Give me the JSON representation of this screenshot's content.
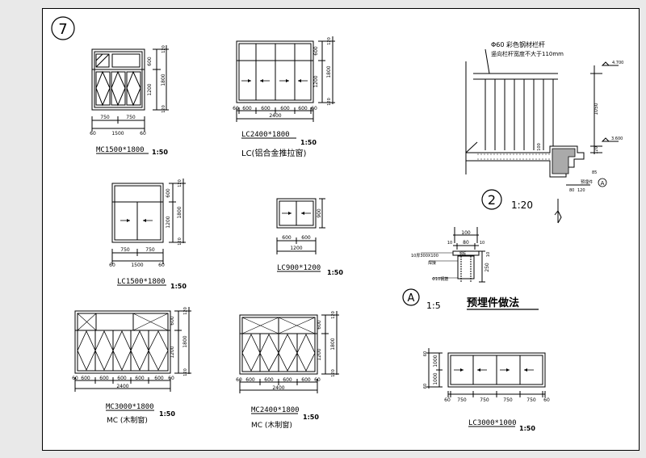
{
  "sheet_number": "7",
  "colors": {
    "line": "#000000",
    "paper": "#ffffff",
    "background": "#e9e9e9"
  },
  "windows": {
    "mc1500": {
      "dims_top": [
        "750",
        "750"
      ],
      "dims_bottom": [
        "60",
        "1500",
        "60"
      ],
      "dims_right_inner": [
        "600",
        "1200"
      ],
      "dims_right_outer": "1800",
      "dims_right_ticks": [
        "120",
        "120"
      ],
      "code": "MC1500*1800",
      "scale": "1:50"
    },
    "lc2400": {
      "dims_bottom_row": [
        "60",
        "600",
        "600",
        "600",
        "600",
        "60"
      ],
      "dims_total": "2400",
      "dims_right_inner": [
        "600",
        "1200"
      ],
      "dims_right_outer": "1800",
      "dims_right_ticks": [
        "120",
        "120"
      ],
      "code": "LC2400*1800",
      "scale": "1:50",
      "subtitle": "LC(铝合金推拉窗)"
    },
    "lc1500": {
      "dims_top": [
        "750",
        "750"
      ],
      "dims_bottom": [
        "60",
        "1500",
        "60"
      ],
      "dims_right_inner": [
        "600",
        "1200"
      ],
      "dims_right_outer": "1800",
      "dims_right_ticks": [
        "120",
        "120"
      ],
      "code": "LC1500*1800",
      "scale": "1:50"
    },
    "lc900": {
      "dims_top": [
        "600",
        "600"
      ],
      "dims_total": "1200",
      "dims_right": "900",
      "code": "LC900*1200",
      "scale": "1:50"
    },
    "mc3000": {
      "dims_bottom_row": [
        "60",
        "600",
        "600",
        "600",
        "600",
        "600",
        "60"
      ],
      "dims_total": "2400",
      "dims_right_inner": [
        "600",
        "1200"
      ],
      "dims_right_outer": "1800",
      "dims_right_ticks": [
        "120",
        "120"
      ],
      "code": "MC3000*1800",
      "scale": "1:50",
      "subtitle": "MC (木制窗)"
    },
    "mc2400": {
      "dims_bottom_row": [
        "60",
        "600",
        "600",
        "600",
        "600",
        "60"
      ],
      "dims_total": "2400",
      "dims_right_inner": [
        "600",
        "1200"
      ],
      "dims_right_outer": "1800",
      "dims_right_ticks": [
        "120",
        "120"
      ],
      "code": "MC2400*1800",
      "scale": "1:50",
      "subtitle": "MC (木制窗)"
    },
    "lc3000": {
      "dims_bottom_row": [
        "60",
        "750",
        "750",
        "750",
        "750",
        "60"
      ],
      "dims_left": [
        "1000",
        "1000"
      ],
      "dims_left_ticks": [
        "60",
        "60"
      ],
      "code": "LC3000*1000",
      "scale": "1:50"
    }
  },
  "railing": {
    "note_line1": "Φ60 彩色钢材栏杆",
    "note_line2": "竖向栏杆宽度不大于110mm",
    "level_top": "4.700",
    "level_floor": "3.600",
    "dim_height": "1050",
    "dim_slab": "100",
    "dim_a": "120",
    "dim_b": "85",
    "dim_c": "80",
    "dim_d": "120",
    "embed_label": "预埋件",
    "detail_ref": "A",
    "detail_no": "2",
    "detail_scale": "1:20"
  },
  "embedded": {
    "dims_top_total": "100",
    "dims_top_inner": "80",
    "dims_top_small": [
      "10",
      "10"
    ],
    "dim_plate": "10",
    "dim_height": "250",
    "label_plate": "10厚300X100",
    "label_weld": "焊接",
    "label_steel": "钢板",
    "label_rebar": "Φ10钢筋",
    "ref": "A",
    "scale": "1:5",
    "title": "预埋件做法"
  }
}
